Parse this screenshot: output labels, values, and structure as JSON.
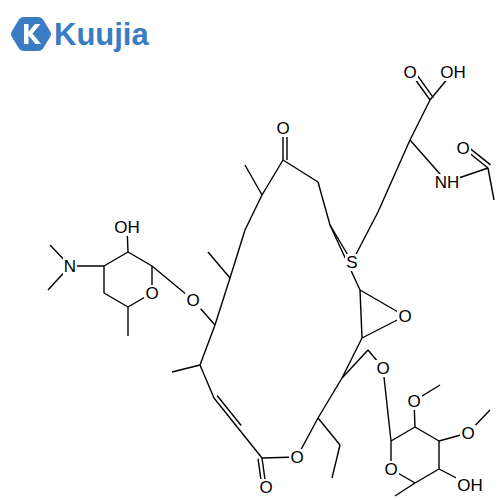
{
  "diagram": {
    "labels": [
      "Kuujia",
      "O",
      "OH",
      "O",
      "O",
      "NH",
      "OH",
      "S",
      "N",
      "O",
      "O",
      "O",
      "O",
      "O",
      "O",
      "O",
      "O",
      "OH",
      "O"
    ]
  }
}
